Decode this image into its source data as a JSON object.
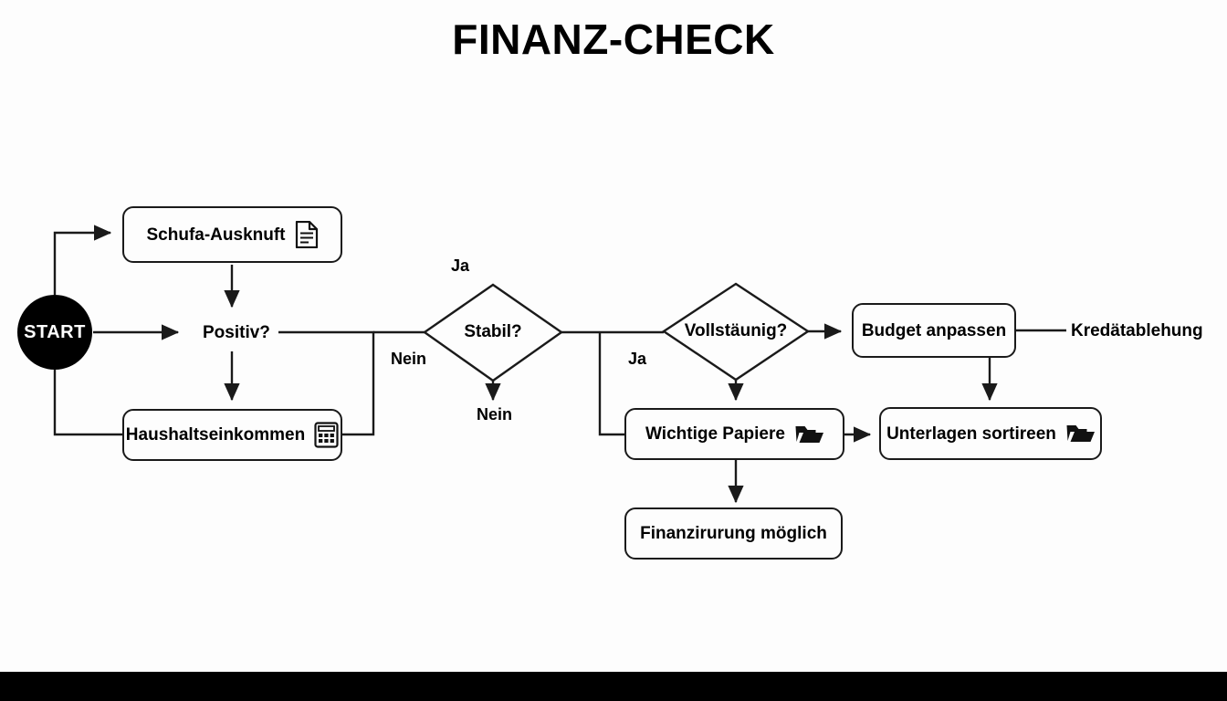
{
  "title": "FINANZ-CHECK",
  "theme": {
    "background": "#fdfdfd",
    "stroke": "#1a1a1a",
    "text": "#000000",
    "start_fill": "#000000",
    "start_text": "#ffffff",
    "bottom_bar": "#000000"
  },
  "chart_data": {
    "type": "diagram",
    "title": "FINANZ-CHECK",
    "nodes": [
      {
        "id": "start",
        "label": "START",
        "shape": "circle",
        "icon": null
      },
      {
        "id": "schufa",
        "label": "Schufa-Ausknuft",
        "shape": "rounded-rect",
        "icon": "document-icon"
      },
      {
        "id": "positiv",
        "label": "Positiv?",
        "shape": "plain-text",
        "icon": null
      },
      {
        "id": "haushalt",
        "label": "Haushaltseinkommen",
        "shape": "rounded-rect",
        "icon": "calculator-icon"
      },
      {
        "id": "stabil",
        "label": "Stabil?",
        "shape": "diamond",
        "icon": null
      },
      {
        "id": "vollstaeunig",
        "label": "Vollstäunig?",
        "shape": "diamond",
        "icon": null
      },
      {
        "id": "budget",
        "label": "Budget anpassen",
        "shape": "rounded-rect",
        "icon": null
      },
      {
        "id": "kredat",
        "label": "Kredätablehung",
        "shape": "plain-text",
        "icon": null
      },
      {
        "id": "wichtige",
        "label": "Wichtige Papiere",
        "shape": "rounded-rect",
        "icon": "folder-icon"
      },
      {
        "id": "unterlagen",
        "label": "Unterlagen sortireen",
        "shape": "rounded-rect",
        "icon": "folder-icon"
      },
      {
        "id": "finanzirurung",
        "label": "Finanzirurung möglich",
        "shape": "rounded-rect",
        "icon": null
      }
    ],
    "edge_labels": [
      {
        "id": "ja-stabil",
        "label": "Ja"
      },
      {
        "id": "nein-left",
        "label": "Nein"
      },
      {
        "id": "nein-bottom",
        "label": "Nein"
      },
      {
        "id": "ja-vollst",
        "label": "Ja"
      }
    ],
    "edges": [
      {
        "from": "start",
        "to": "schufa",
        "label": "",
        "arrow": true
      },
      {
        "from": "start",
        "to": "positiv",
        "label": "",
        "arrow": true
      },
      {
        "from": "start",
        "to": "haushalt",
        "label": "",
        "arrow": false
      },
      {
        "from": "schufa",
        "to": "positiv",
        "label": "",
        "arrow": true
      },
      {
        "from": "positiv",
        "to": "haushalt",
        "label": "",
        "arrow": true
      },
      {
        "from": "positiv",
        "to": "stabil",
        "label": "Nein",
        "arrow": false
      },
      {
        "from": "haushalt",
        "to": "stabil",
        "label": "",
        "arrow": false
      },
      {
        "from": "stabil",
        "to": "nein-bottom",
        "label": "Nein",
        "arrow": true
      },
      {
        "from": "stabil",
        "to": "vollstaeunig",
        "label": "Ja",
        "arrow": false
      },
      {
        "from": "stabil",
        "to": "wichtige",
        "label": "Ja",
        "arrow": false
      },
      {
        "from": "vollstaeunig",
        "to": "budget",
        "label": "",
        "arrow": true
      },
      {
        "from": "vollstaeunig",
        "to": "wichtige",
        "label": "",
        "arrow": true
      },
      {
        "from": "budget",
        "to": "kredat",
        "label": "",
        "arrow": false
      },
      {
        "from": "budget",
        "to": "unterlagen",
        "label": "",
        "arrow": true
      },
      {
        "from": "wichtige",
        "to": "unterlagen",
        "label": "",
        "arrow": true
      },
      {
        "from": "wichtige",
        "to": "finanzirurung",
        "label": "",
        "arrow": true
      }
    ]
  }
}
